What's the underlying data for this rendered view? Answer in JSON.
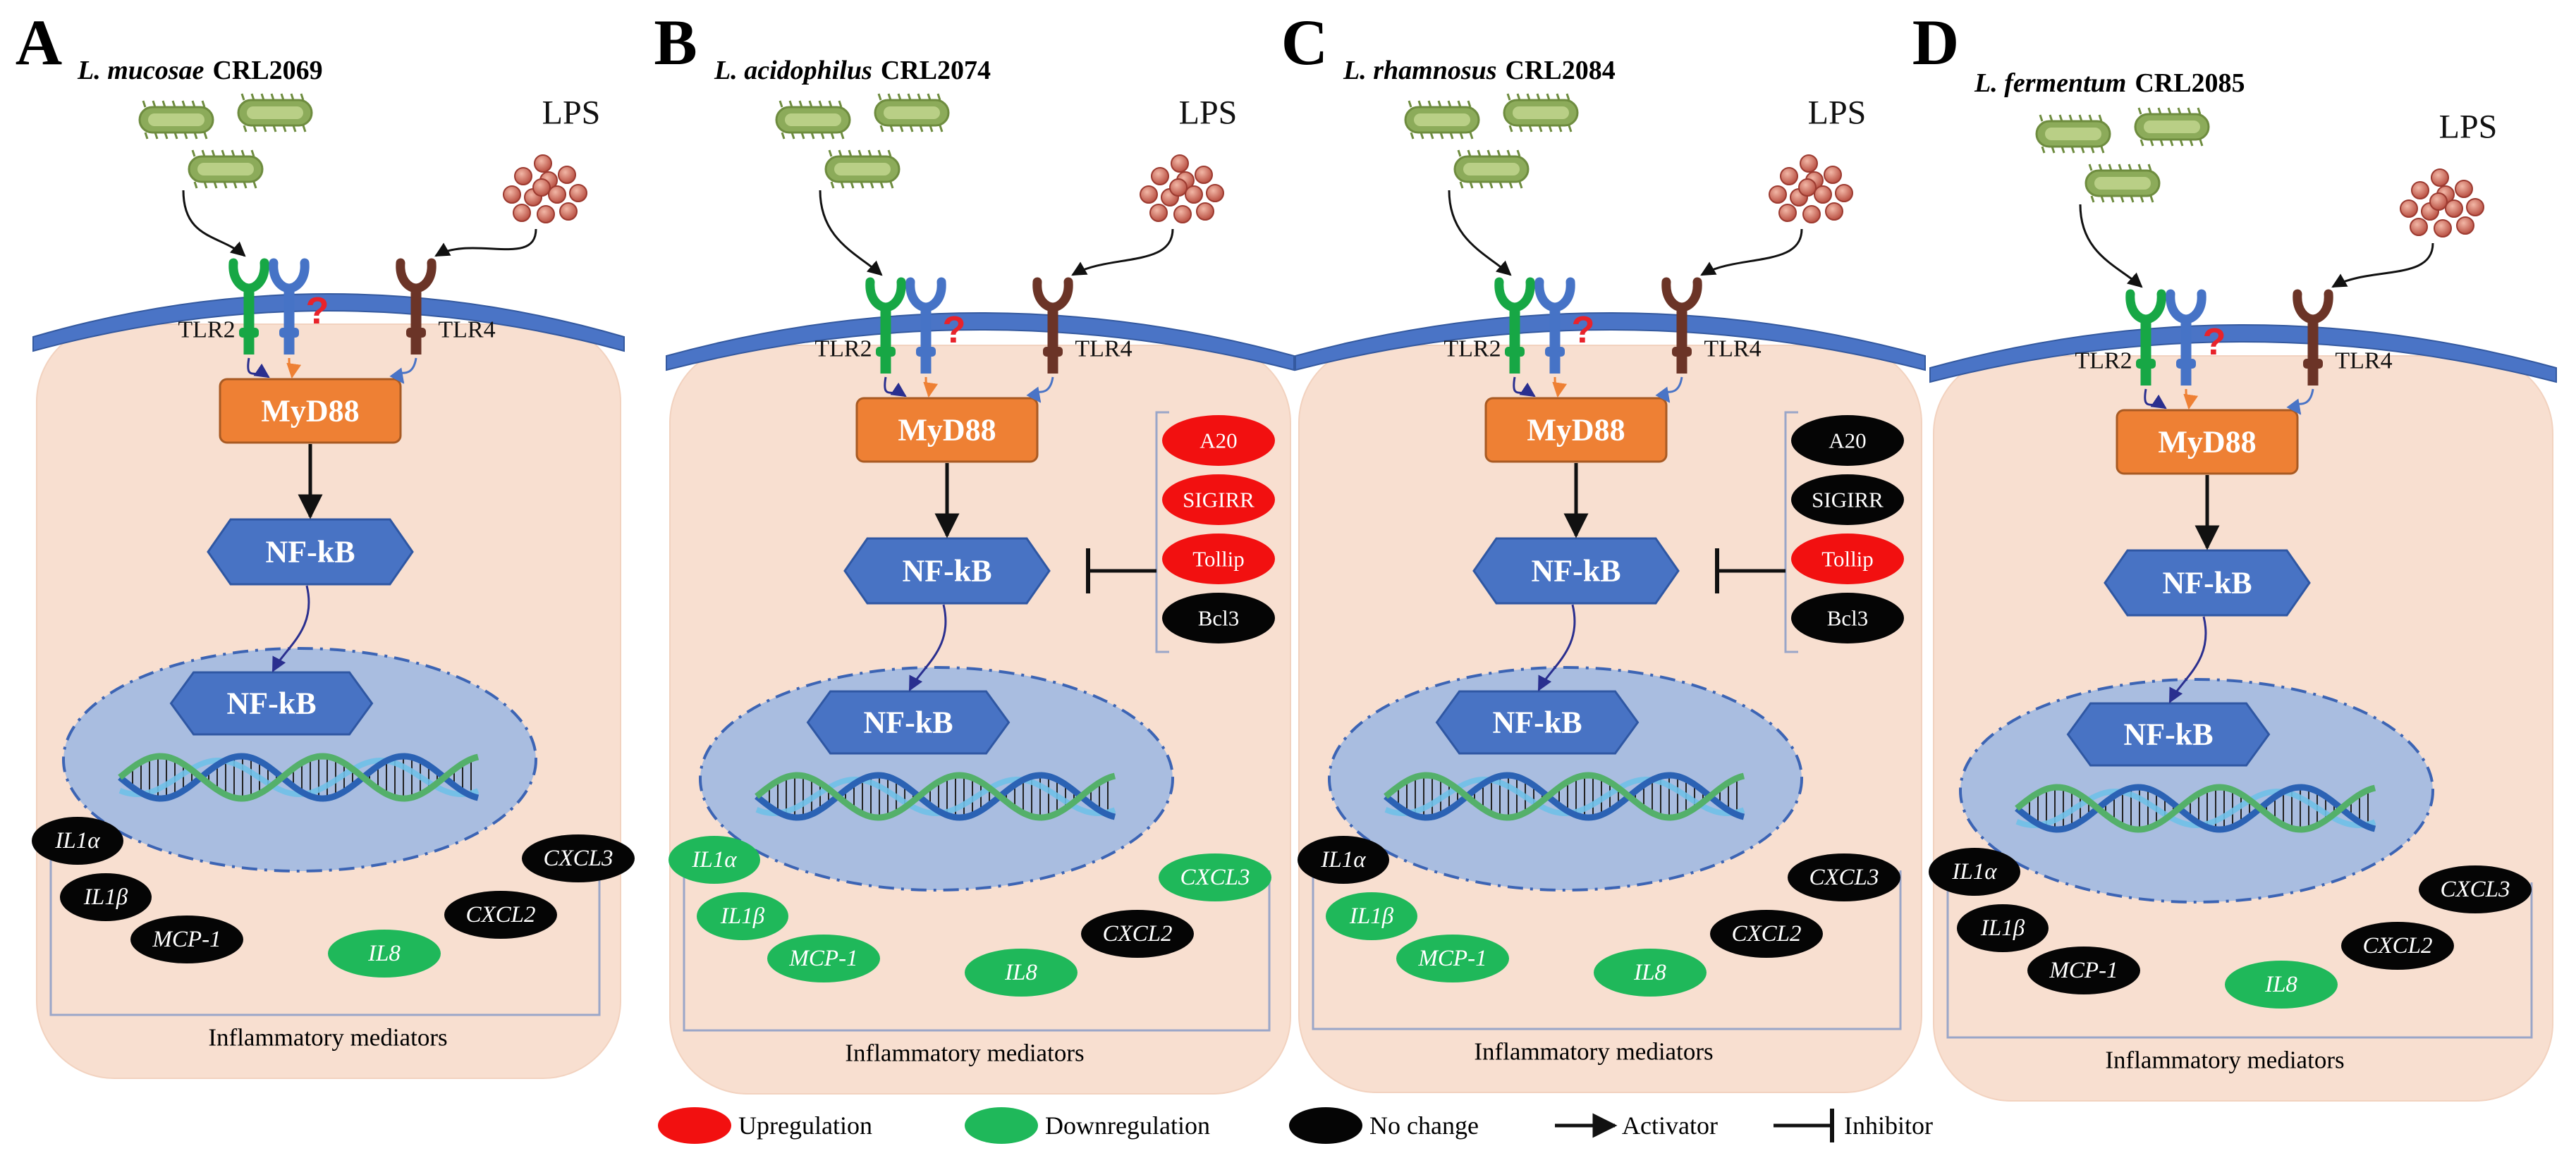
{
  "panels": [
    {
      "letter": "A",
      "species_italic": "L. mucosae",
      "species_strain": "CRL2069",
      "lps_label": "LPS",
      "tlr2_label": "TLR2",
      "tlr4_label": "TLR4",
      "unknown_receptor_mark": "?",
      "myd88_label": "MyD88",
      "nfkb_label": "NF-kB",
      "nfkb_nuclear_label": "NF-kB",
      "inhibitors": [],
      "genes": [
        {
          "label": "IL1α",
          "status": "no-change"
        },
        {
          "label": "IL1β",
          "status": "no-change"
        },
        {
          "label": "MCP-1",
          "status": "no-change"
        },
        {
          "label": "IL8",
          "status": "downregulation"
        },
        {
          "label": "CXCL2",
          "status": "no-change"
        },
        {
          "label": "CXCL3",
          "status": "no-change"
        }
      ],
      "mediators_label": "Inflammatory mediators"
    },
    {
      "letter": "B",
      "species_italic": "L. acidophilus",
      "species_strain": "CRL2074",
      "lps_label": "LPS",
      "tlr2_label": "TLR2",
      "tlr4_label": "TLR4",
      "unknown_receptor_mark": "?",
      "myd88_label": "MyD88",
      "nfkb_label": "NF-kB",
      "nfkb_nuclear_label": "NF-kB",
      "inhibitors": [
        {
          "label": "A20",
          "status": "upregulation"
        },
        {
          "label": "SIGIRR",
          "status": "upregulation"
        },
        {
          "label": "Tollip",
          "status": "upregulation"
        },
        {
          "label": "Bcl3",
          "status": "no-change"
        }
      ],
      "genes": [
        {
          "label": "IL1α",
          "status": "downregulation"
        },
        {
          "label": "IL1β",
          "status": "downregulation"
        },
        {
          "label": "MCP-1",
          "status": "downregulation"
        },
        {
          "label": "IL8",
          "status": "downregulation"
        },
        {
          "label": "CXCL2",
          "status": "no-change"
        },
        {
          "label": "CXCL3",
          "status": "downregulation"
        }
      ],
      "mediators_label": "Inflammatory mediators"
    },
    {
      "letter": "C",
      "species_italic": "L. rhamnosus",
      "species_strain": "CRL2084",
      "lps_label": "LPS",
      "tlr2_label": "TLR2",
      "tlr4_label": "TLR4",
      "unknown_receptor_mark": "?",
      "myd88_label": "MyD88",
      "nfkb_label": "NF-kB",
      "nfkb_nuclear_label": "NF-kB",
      "inhibitors": [
        {
          "label": "A20",
          "status": "no-change"
        },
        {
          "label": "SIGIRR",
          "status": "no-change"
        },
        {
          "label": "Tollip",
          "status": "upregulation"
        },
        {
          "label": "Bcl3",
          "status": "no-change"
        }
      ],
      "genes": [
        {
          "label": "IL1α",
          "status": "no-change"
        },
        {
          "label": "IL1β",
          "status": "downregulation"
        },
        {
          "label": "MCP-1",
          "status": "downregulation"
        },
        {
          "label": "IL8",
          "status": "downregulation"
        },
        {
          "label": "CXCL2",
          "status": "no-change"
        },
        {
          "label": "CXCL3",
          "status": "no-change"
        }
      ],
      "mediators_label": "Inflammatory mediators"
    },
    {
      "letter": "D",
      "species_italic": "L. fermentum",
      "species_strain": "CRL2085",
      "lps_label": "LPS",
      "tlr2_label": "TLR2",
      "tlr4_label": "TLR4",
      "unknown_receptor_mark": "?",
      "myd88_label": "MyD88",
      "nfkb_label": "NF-kB",
      "nfkb_nuclear_label": "NF-kB",
      "inhibitors": [],
      "genes": [
        {
          "label": "IL1α",
          "status": "no-change"
        },
        {
          "label": "IL1β",
          "status": "no-change"
        },
        {
          "label": "MCP-1",
          "status": "no-change"
        },
        {
          "label": "IL8",
          "status": "downregulation"
        },
        {
          "label": "CXCL2",
          "status": "no-change"
        },
        {
          "label": "CXCL3",
          "status": "no-change"
        }
      ],
      "mediators_label": "Inflammatory mediators"
    }
  ],
  "legend": {
    "upregulation": "Upregulation",
    "downregulation": "Downregulation",
    "no_change": "No change",
    "activator": "Activator",
    "inhibitor": "Inhibitor"
  },
  "colors": {
    "upregulation": "#f21010",
    "downregulation": "#1fb85a",
    "no_change": "#050505",
    "cytoplasm": "#f8dfd0",
    "membrane": "#4a74c6",
    "myd88": "#ee8034",
    "nfkb": "#4873c4",
    "nucleus": "#a9bde0",
    "tlr2": "#17a745",
    "tlr_unknown": "#4673c6",
    "tlr4": "#6b3427",
    "bacteria": "#8cab5a",
    "lps": "#c0574a"
  }
}
